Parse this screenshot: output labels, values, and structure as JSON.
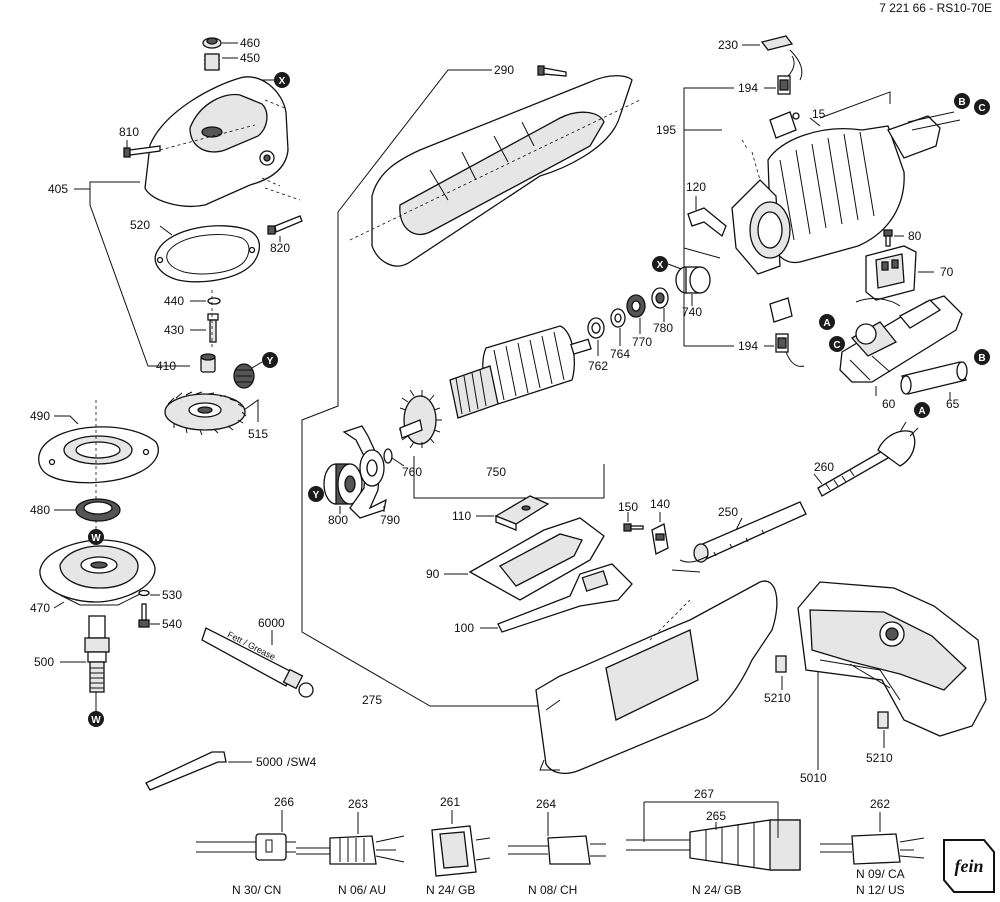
{
  "doc_id": "7 221 66 - RS10-70E",
  "labels": {
    "l460": "460",
    "l450": "450",
    "l810": "810",
    "l405": "405",
    "l520": "520",
    "l820": "820",
    "l440": "440",
    "l430": "430",
    "l410": "410",
    "l515": "515",
    "l490": "490",
    "l480": "480",
    "l470": "470",
    "l530": "530",
    "l540": "540",
    "l500": "500",
    "l6000": "6000",
    "l5000": "5000",
    "sw4": "/SW4",
    "l290": "290",
    "l275": "275",
    "l230": "230",
    "l194a": "194",
    "l195": "195",
    "l15": "15",
    "l120": "120",
    "l80": "80",
    "l70": "70",
    "l740": "740",
    "l780": "780",
    "l770": "770",
    "l764": "764",
    "l762": "762",
    "l194b": "194",
    "l60": "60",
    "l65": "65",
    "l760": "760",
    "l750": "750",
    "l800": "800",
    "l790": "790",
    "l110": "110",
    "l150": "150",
    "l140": "140",
    "l250": "250",
    "l260": "260",
    "l90": "90",
    "l100": "100",
    "l5210a": "5210",
    "l5010": "5010",
    "l5210b": "5210",
    "l266": "266",
    "l263": "263",
    "l261": "261",
    "l264": "264",
    "l267": "267",
    "l265": "265",
    "l262": "262"
  },
  "markers": {
    "x1": "X",
    "x2": "X",
    "y1": "Y",
    "y2": "Y",
    "w": "W",
    "a1": "A",
    "a2": "A",
    "b1": "B",
    "b2": "B",
    "c1": "C",
    "c2": "C"
  },
  "grease_label": "Fett / Grease",
  "plug_captions": {
    "cn": "N 30/ CN",
    "au": "N 06/ AU",
    "gb1": "N 24/ GB",
    "ch": "N 08/ CH",
    "gb2": "N 24/ GB",
    "ca": "N 09/ CA",
    "us": "N 12/ US"
  },
  "logo_text": "fein"
}
